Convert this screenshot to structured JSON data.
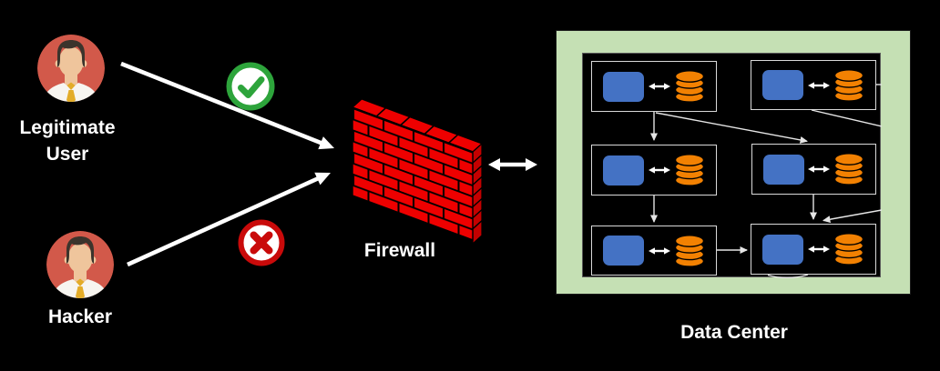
{
  "actors": [
    {
      "label": "Legitimate User",
      "icon": "user-avatar-icon",
      "access": "allowed",
      "access_icon": "check-circle-icon"
    },
    {
      "label": "Hacker",
      "icon": "user-avatar-icon",
      "access": "blocked",
      "access_icon": "x-circle-icon"
    }
  ],
  "firewall": {
    "label": "Firewall",
    "icon": "brick-wall-icon"
  },
  "datacenter": {
    "label": "Data Center",
    "nodes": [
      {
        "id": "node-1",
        "server_icon": "server-icon",
        "db_icon": "database-icon",
        "link_icon": "bidirectional-arrow-icon"
      },
      {
        "id": "node-2",
        "server_icon": "server-icon",
        "db_icon": "database-icon",
        "link_icon": "bidirectional-arrow-icon"
      },
      {
        "id": "node-3",
        "server_icon": "server-icon",
        "db_icon": "database-icon",
        "link_icon": "bidirectional-arrow-icon"
      },
      {
        "id": "node-4",
        "server_icon": "server-icon",
        "db_icon": "database-icon",
        "link_icon": "bidirectional-arrow-icon"
      },
      {
        "id": "node-5",
        "server_icon": "server-icon",
        "db_icon": "database-icon",
        "link_icon": "bidirectional-arrow-icon"
      },
      {
        "id": "node-6",
        "server_icon": "server-icon",
        "db_icon": "database-icon",
        "link_icon": "bidirectional-arrow-icon"
      }
    ],
    "connections": [
      {
        "from": "node-1",
        "to": "node-3",
        "type": "arrow"
      },
      {
        "from": "node-1",
        "to": "node-4",
        "type": "arrow"
      },
      {
        "from": "node-2",
        "to": "right-edge",
        "type": "line"
      },
      {
        "from": "node-3",
        "to": "node-5",
        "type": "arrow"
      },
      {
        "from": "node-4",
        "to": "node-6",
        "type": "arrow"
      },
      {
        "from": "right-edge",
        "to": "node-6",
        "type": "arrow"
      },
      {
        "from": "node-5",
        "to": "node-6",
        "type": "arrow"
      }
    ]
  },
  "flows": [
    {
      "from": "Legitimate User",
      "to": "Firewall",
      "status": "allowed"
    },
    {
      "from": "Hacker",
      "to": "Firewall",
      "status": "blocked"
    },
    {
      "from": "Firewall",
      "to": "Data Center",
      "status": "bidirectional"
    }
  ],
  "colors": {
    "canvas-bg": "#000000",
    "label-white": "#FFFFFF",
    "avatar-bg": "#D2594A",
    "avatar-hair": "#3B342C",
    "avatar-skin": "#EFC59C",
    "avatar-shirt": "#F7F5F0",
    "avatar-tie": "#E3AC28",
    "check-green": "#2DA43B",
    "cross-red": "#C90A0A",
    "arrow-white": "#FFFFFF",
    "firewall-red": "#EE0000",
    "firewall-side": "#C40000",
    "dc-frame-green": "#C5E0B4",
    "panel-border": "#595959",
    "cell-border": "#D9D9D9",
    "server-blue": "#4472C4",
    "db-orange": "#F28102",
    "connector-gray": "#E6E6E6"
  }
}
